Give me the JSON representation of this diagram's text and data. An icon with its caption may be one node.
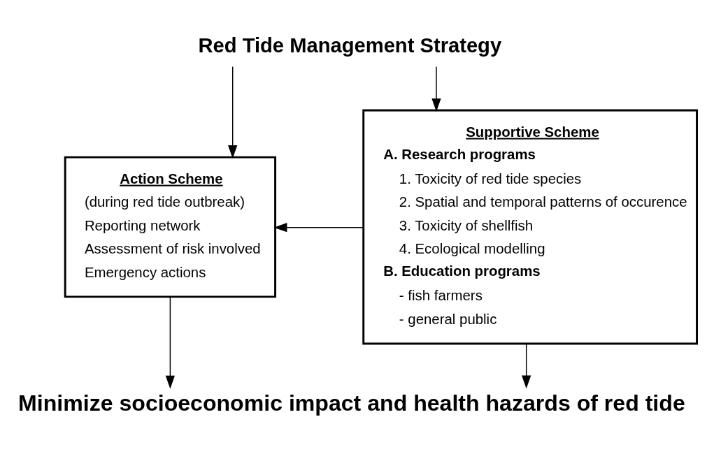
{
  "diagram": {
    "nodes": [
      {
        "text": [
          "Red Tide Management Strategy"
        ]
      },
      {
        "text": [
          "Action Scheme",
          "(during red tide outbreak)",
          "Reporting network",
          "Assessment of risk involved",
          "Emergency actions"
        ]
      },
      {
        "text": [
          "Supportive Scheme",
          "A. Research programs",
          "1. Toxicity of red tide species",
          "2. Spatial and temporal patterns of occurence",
          "3. Toxicity of shellfish",
          "4. Ecological modelling",
          "B. Education programs",
          "- fish farmers",
          "- general public"
        ]
      },
      {
        "text": [
          "Minimize socioeconomic impact and health hazards of red tide"
        ]
      }
    ],
    "edges": [
      {
        "from": 0,
        "to": 1,
        "arrow": "to"
      },
      {
        "from": 0,
        "to": 2,
        "arrow": "to"
      },
      {
        "from": 2,
        "to": 1,
        "arrow": "to"
      },
      {
        "from": 1,
        "to": 3,
        "arrow": "to"
      },
      {
        "from": 2,
        "to": 3,
        "arrow": "to"
      }
    ]
  }
}
